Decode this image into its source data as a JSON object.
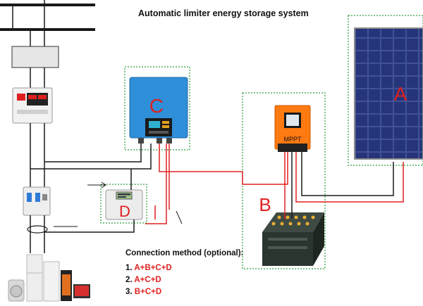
{
  "title": "Automatic limiter  energy storage system",
  "labels": {
    "a": "A",
    "b": "B",
    "c": "C",
    "d": "D",
    "mppt": "MPPT"
  },
  "connection": {
    "heading": "Connection method  (optional):",
    "options": [
      {
        "num": "1.",
        "code": "A+B+C+D"
      },
      {
        "num": "2.",
        "code": "A+C+D"
      },
      {
        "num": "3.",
        "code": "B+C+D"
      }
    ]
  },
  "colors": {
    "label_red": "#e02020",
    "wire_red": "#e02020",
    "wire_black": "#1a1a1a",
    "frame_green": "#2e9e3c",
    "inverter_blue": "#2f8fd8",
    "controller_orange": "#ff7a10",
    "panel_navy": "#1d2a66",
    "battery_dark": "#2b3530"
  },
  "components": {
    "a": "solar-panel",
    "b": "battery-bank",
    "c": "grid-tie-inverter",
    "d": "limiter-sensor",
    "mppt": "charge-controller"
  }
}
